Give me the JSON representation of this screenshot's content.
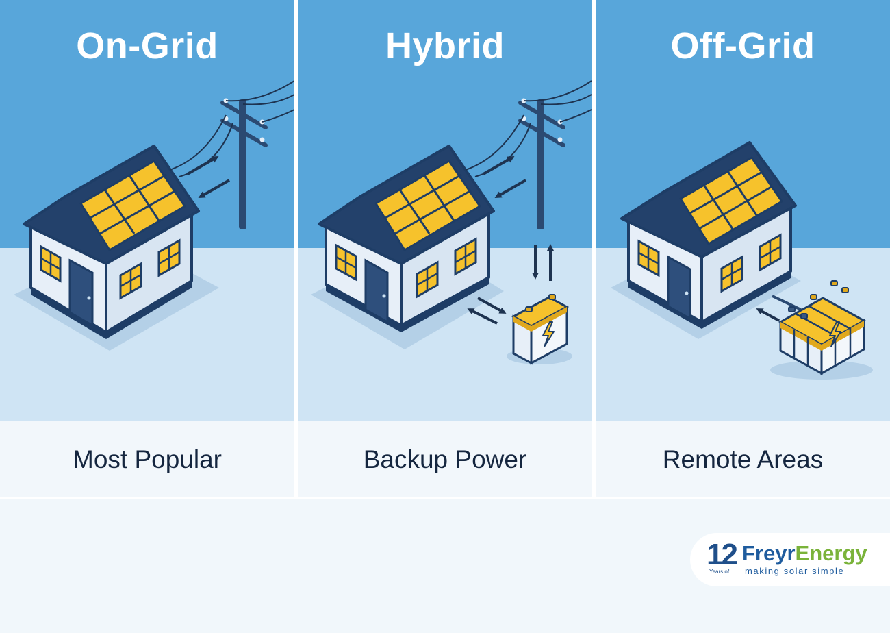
{
  "panels": [
    {
      "title": "On-Grid",
      "caption": "Most Popular"
    },
    {
      "title": "Hybrid",
      "caption": "Backup Power"
    },
    {
      "title": "Off-Grid",
      "caption": "Remote Areas"
    }
  ],
  "logo": {
    "years_number": "12",
    "years_label": "Years of",
    "brand_first": "Freyr",
    "brand_second": "Energy",
    "tagline": "making solar simple"
  },
  "colors": {
    "sky": "#58a6da",
    "ground": "#cfe4f4",
    "caption_band": "#f2f7fb",
    "navy": "#1e3d66",
    "solar_yellow": "#f6c22c",
    "wall": "#e7eff8",
    "brand_blue": "#1f5c9e",
    "brand_green": "#7ab33a"
  }
}
